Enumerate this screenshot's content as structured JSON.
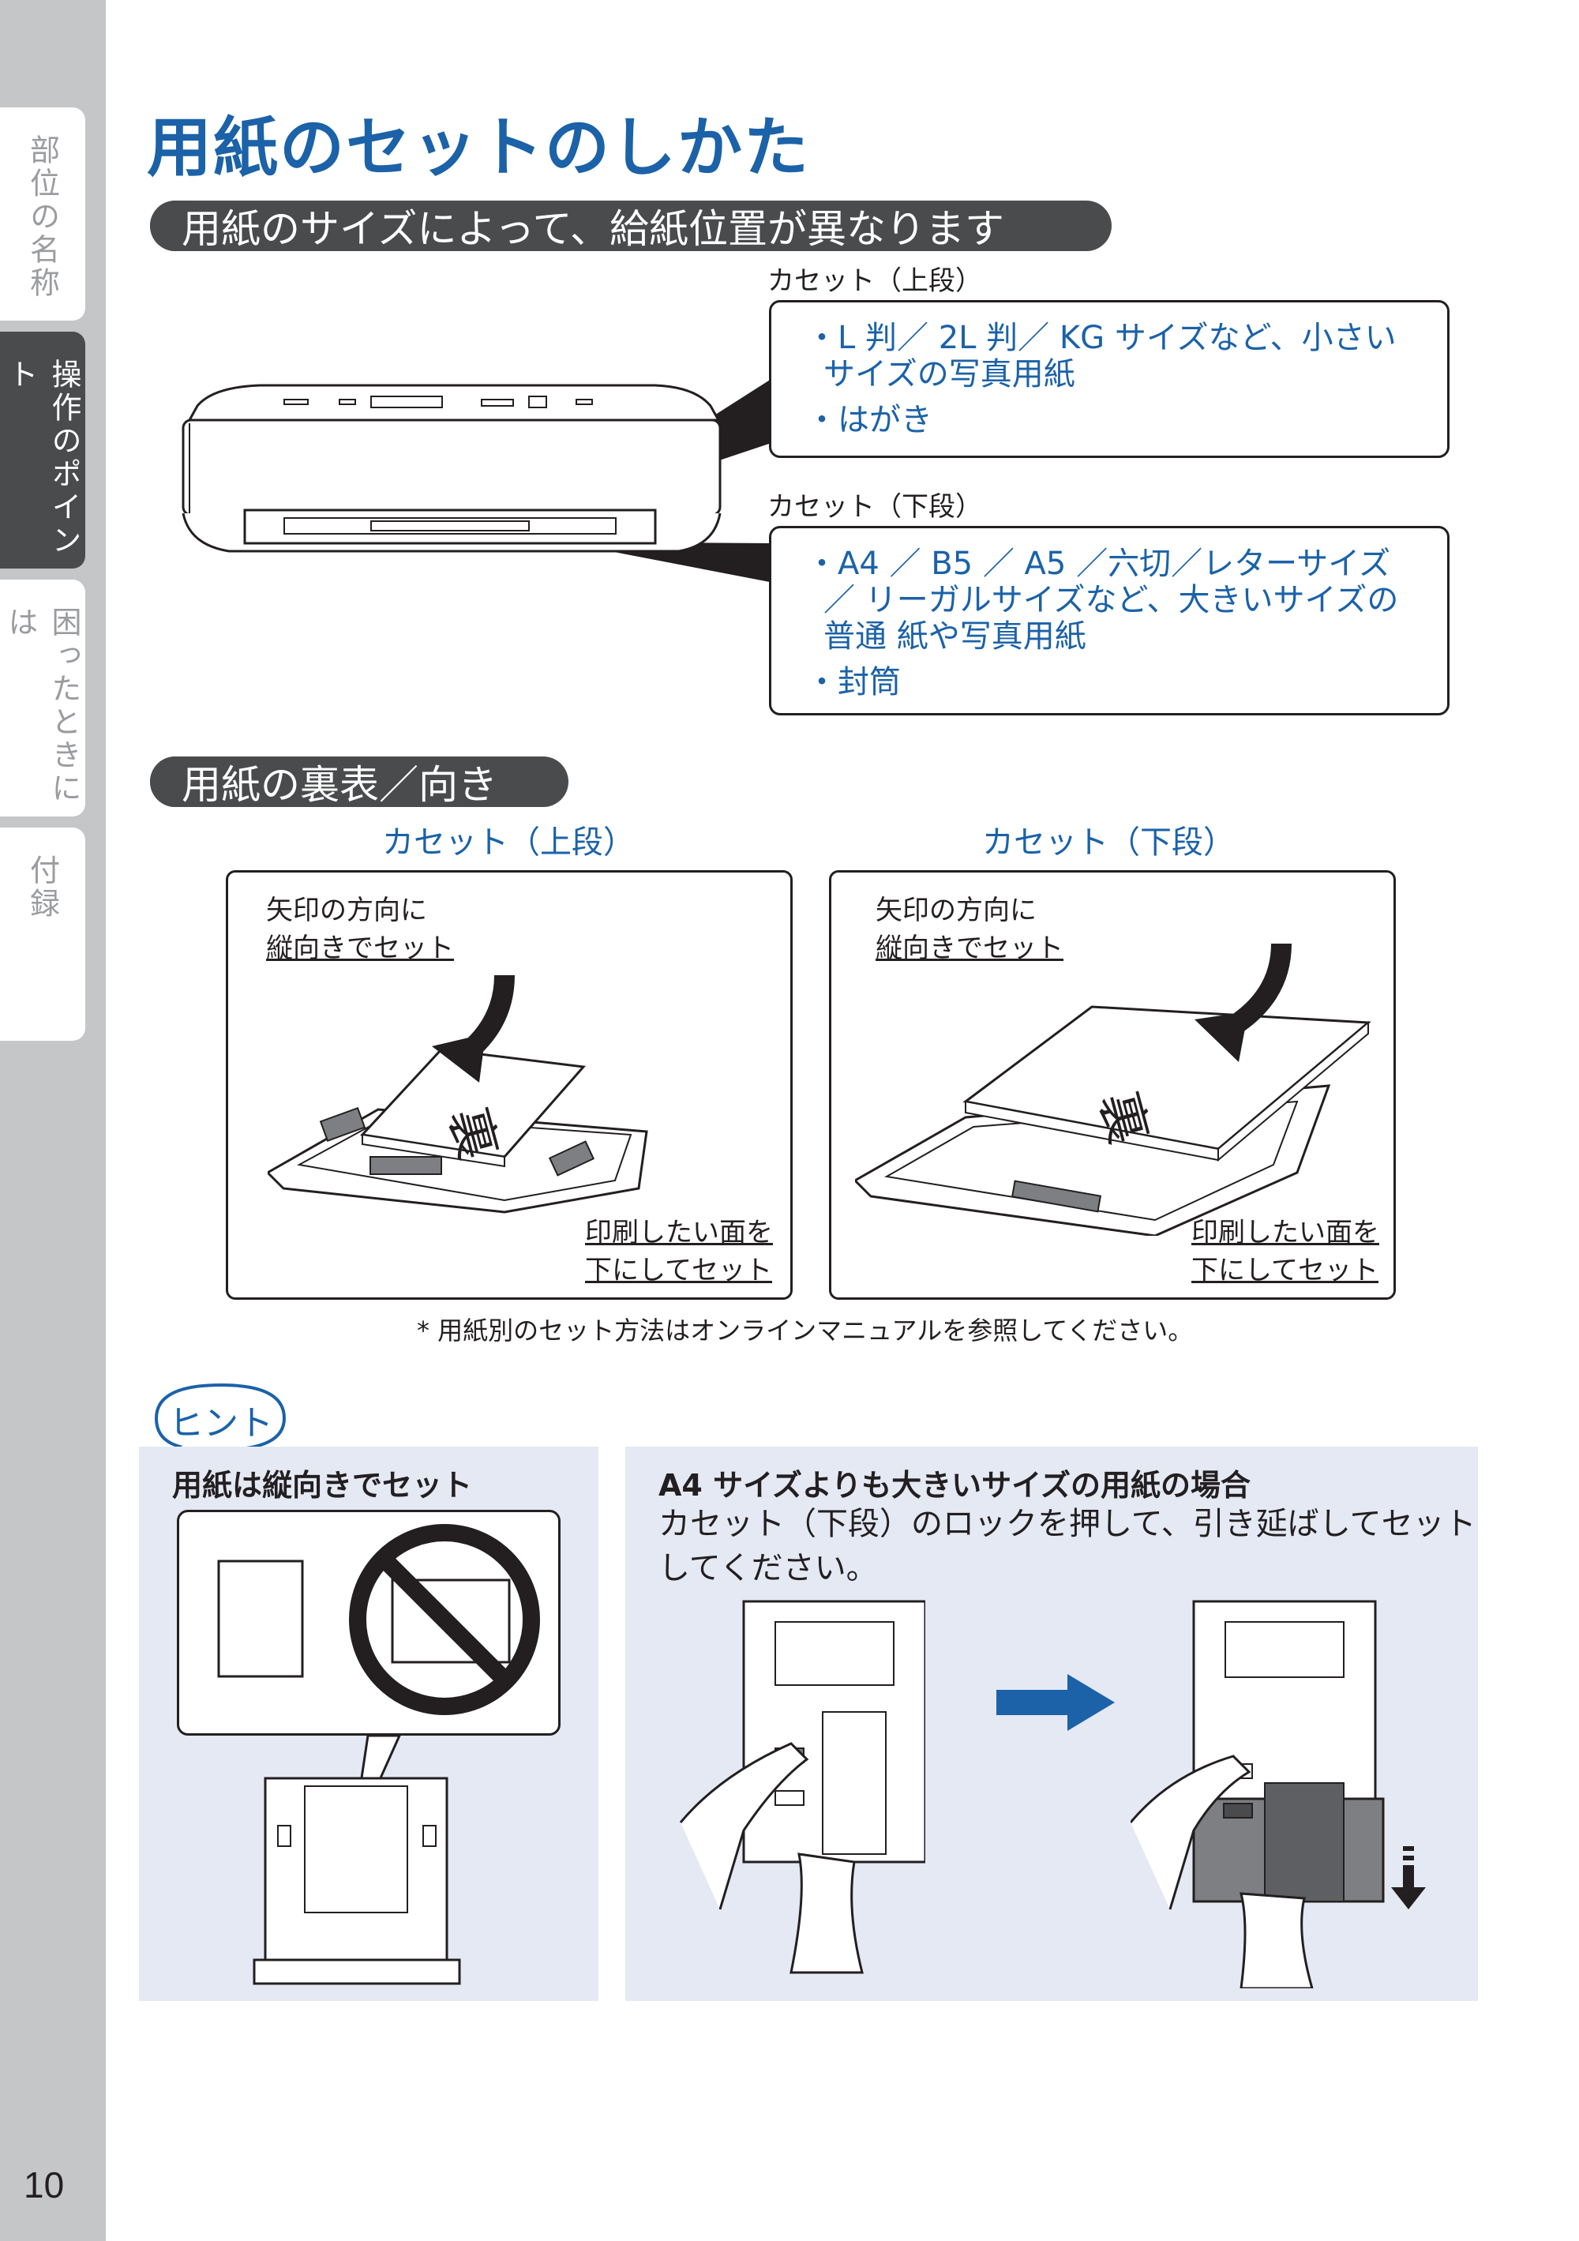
{
  "sidebar": {
    "tabs": [
      {
        "label": "部位の名称",
        "active": false
      },
      {
        "label": "操作のポイント",
        "active": true
      },
      {
        "label": "困ったときには",
        "active": false
      },
      {
        "label": "付録",
        "active": false
      }
    ],
    "page_number": "10"
  },
  "page_title": "用紙のセットのしかた",
  "section1": {
    "heading": "用紙のサイズによって、給紙位置が異なります",
    "upper": {
      "label": "カセット（上段）",
      "items": [
        "・L 判／ 2L 判／ KG サイズなど、小さい サイズの写真用紙",
        "・はがき"
      ]
    },
    "lower": {
      "label": "カセット（下段）",
      "items": [
        "・A4 ／ B5 ／ A5 ／六切／レターサイズ／ リーガルサイズなど、大きいサイズの普通 紙や写真用紙",
        "・封筒"
      ]
    }
  },
  "section2": {
    "heading": "用紙の裏表／向き",
    "left": {
      "caption": "カセット（上段）",
      "top_text_1": "矢印の方向に",
      "top_text_2": "縦向きでセット",
      "bottom_text_1": "印刷したい面を",
      "bottom_text_2": "下にしてセット",
      "paper_mark": "裏"
    },
    "right": {
      "caption": "カセット（下段）",
      "top_text_1": "矢印の方向に",
      "top_text_2": "縦向きでセット",
      "bottom_text_1": "印刷したい面を",
      "bottom_text_2": "下にしてセット",
      "paper_mark": "裏"
    },
    "footnote": "* 用紙別のセット方法はオンラインマニュアルを参照してください。"
  },
  "hint": {
    "badge": "ヒント",
    "left_title": "用紙は縦向きでセット",
    "right_title": "A4 サイズよりも大きいサイズの用紙の場合",
    "right_body_1": "カセット（下段）のロックを押して、引き延ばしてセット",
    "right_body_2": "してください。"
  },
  "colors": {
    "accent_blue": "#1b62a8",
    "dark_gray": "#4a4b4d",
    "sidebar_gray": "#c4c6c8",
    "hint_bg": "#e4e9f4"
  }
}
